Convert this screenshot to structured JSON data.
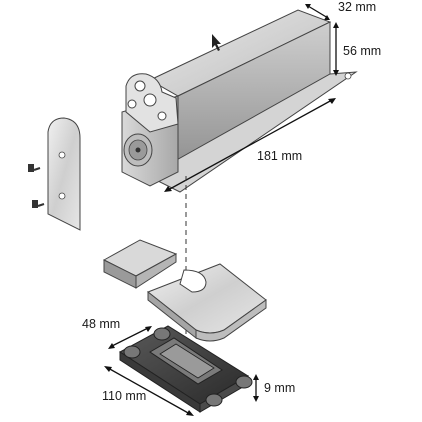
{
  "dimensions": {
    "box_depth": "32 mm",
    "box_height": "56 mm",
    "box_length": "181 mm",
    "plate_width": "48 mm",
    "plate_length": "110 mm",
    "plate_height": "9 mm"
  }
}
